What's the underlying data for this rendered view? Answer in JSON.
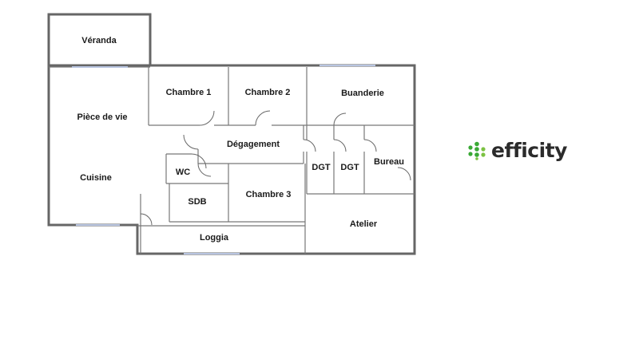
{
  "plan": {
    "rooms": {
      "veranda": "Véranda",
      "piece_de_vie": "Pièce de vie",
      "cuisine": "Cuisine",
      "chambre1": "Chambre 1",
      "chambre2": "Chambre 2",
      "buanderie": "Buanderie",
      "degagement": "Dégagement",
      "wc": "WC",
      "sdb": "SDB",
      "chambre3": "Chambre 3",
      "dgt1": "DGT",
      "dgt2": "DGT",
      "bureau": "Bureau",
      "atelier": "Atelier",
      "loggia": "Loggia"
    }
  },
  "brand": {
    "name": "efficity",
    "icon": "efficity-dots-icon",
    "color_green": "#3aa935",
    "color_text": "#2b2b2b"
  }
}
